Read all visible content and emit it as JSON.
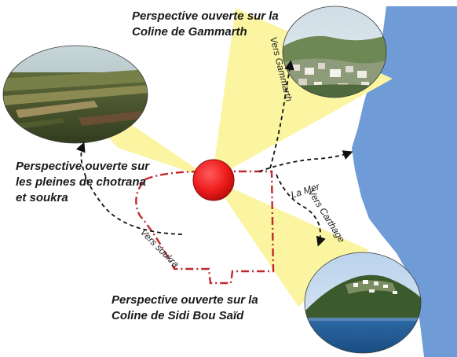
{
  "captions": {
    "gammarth": "Perspective ouverte sur la Coline de Gammarth",
    "chotrana": "Perspective ouverte sur les pleines de chotrana et soukra",
    "sidi_bou_said": "Perspective ouverte sur la Coline de Sidi Bou Saïd"
  },
  "road_labels": {
    "gammarth": "Vers Gammarth",
    "la_mer": "La Mer",
    "carthage": "Vers Carthage",
    "soukra": "Vers soukra"
  },
  "colors": {
    "sea": "#6f9bd6",
    "view_cone": "#fbf5a2",
    "focal_point": "#ee1c1c",
    "boundary_line": "#c0282d",
    "path_arrows": "#111111"
  },
  "icons": {
    "focal_point": "red-circle",
    "photos": [
      "aerial-plain-photo",
      "gammarth-hill-photo",
      "sidi-bou-said-photo"
    ]
  }
}
